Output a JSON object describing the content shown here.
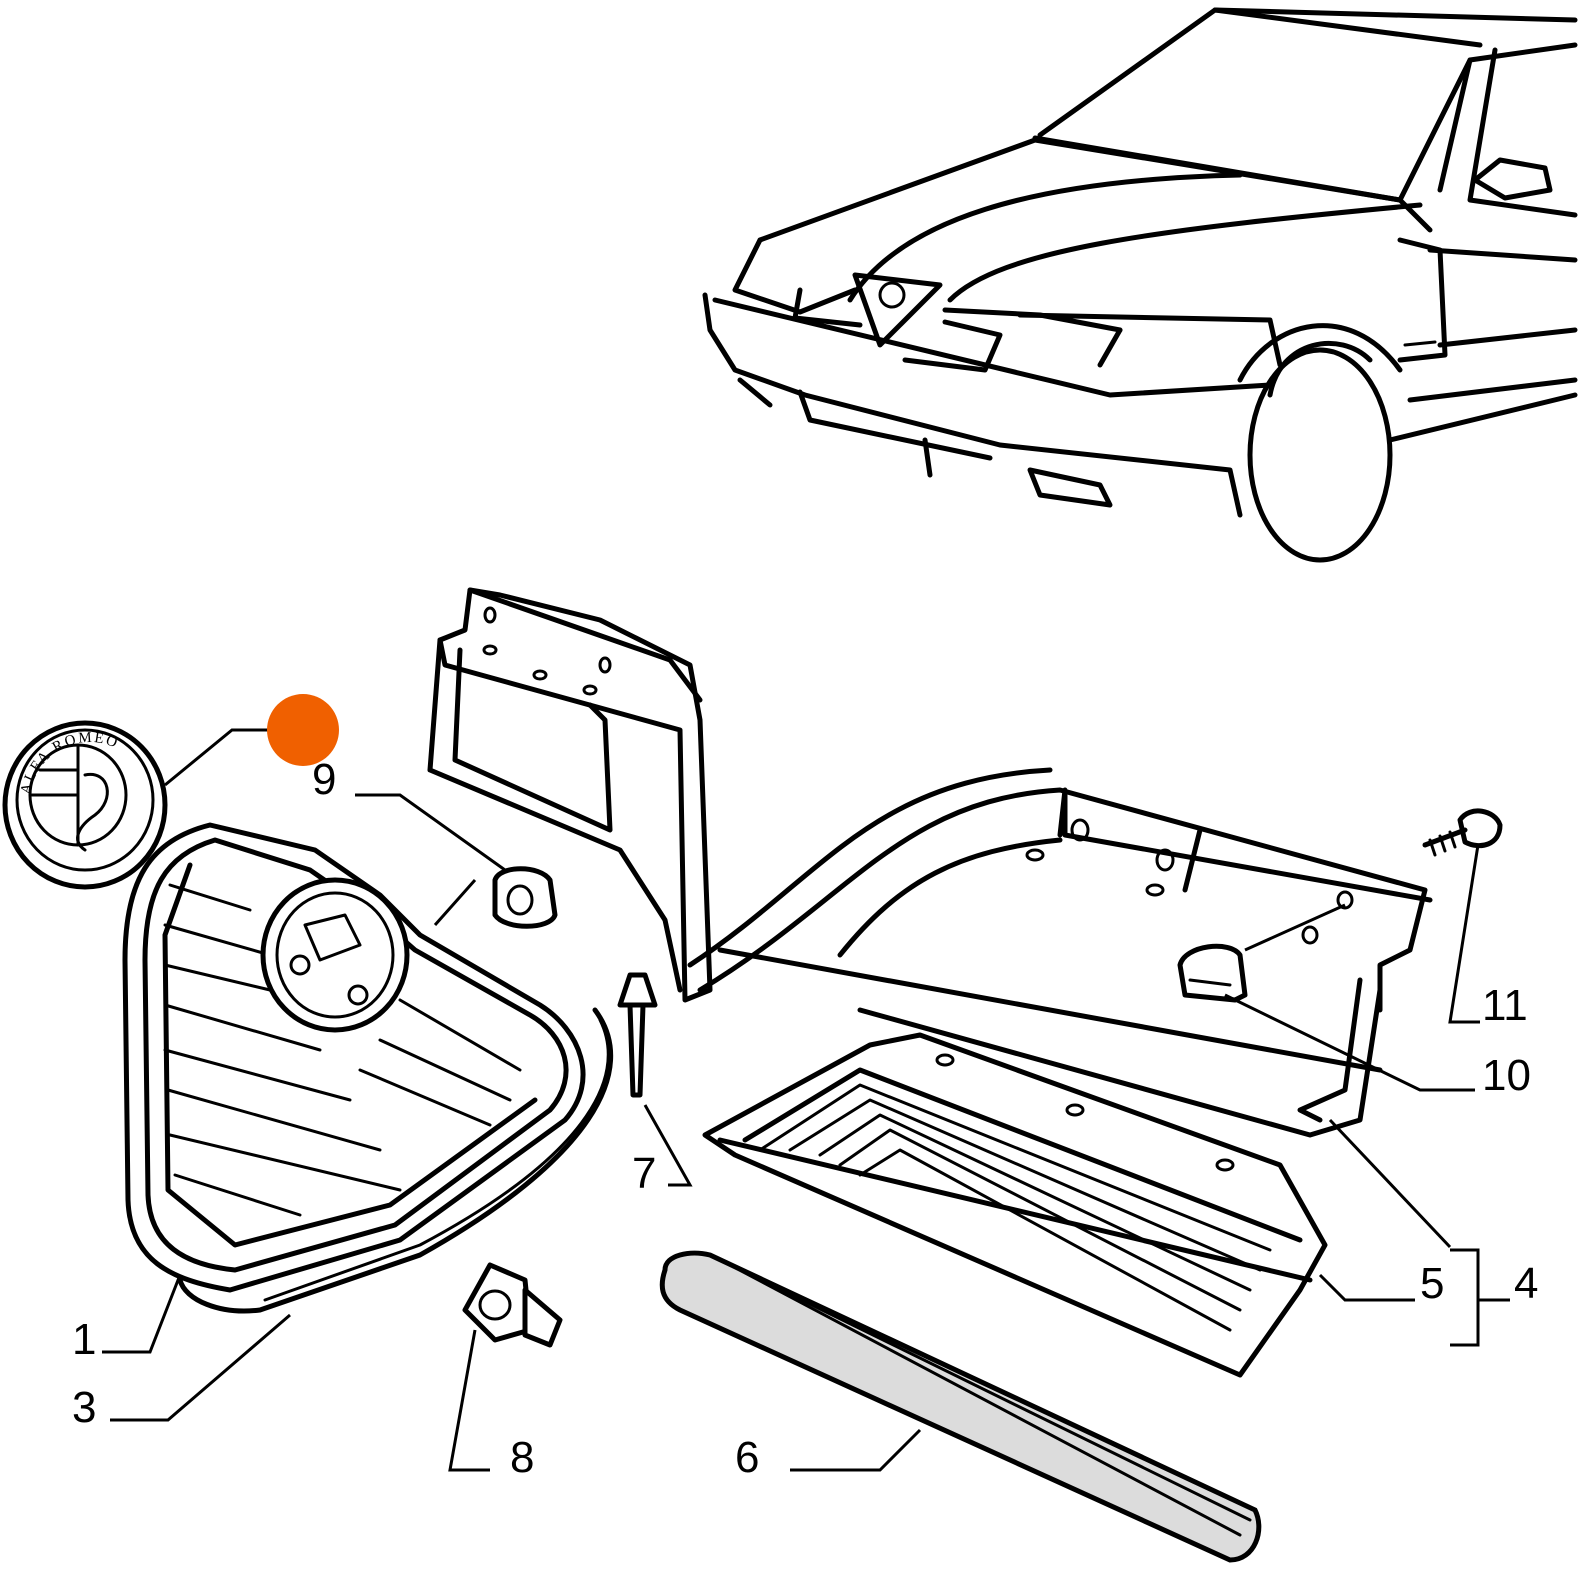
{
  "diagram": {
    "marker_color": "#f06000",
    "emblem_text": "ALFA ROMEO",
    "callouts": [
      {
        "id": "c1",
        "label": "1"
      },
      {
        "id": "c3",
        "label": "3"
      },
      {
        "id": "c4",
        "label": "4"
      },
      {
        "id": "c5",
        "label": "5"
      },
      {
        "id": "c6",
        "label": "6"
      },
      {
        "id": "c7",
        "label": "7"
      },
      {
        "id": "c8",
        "label": "8"
      },
      {
        "id": "c9",
        "label": "9"
      },
      {
        "id": "c10",
        "label": "10"
      },
      {
        "id": "c11",
        "label": "11"
      }
    ]
  }
}
